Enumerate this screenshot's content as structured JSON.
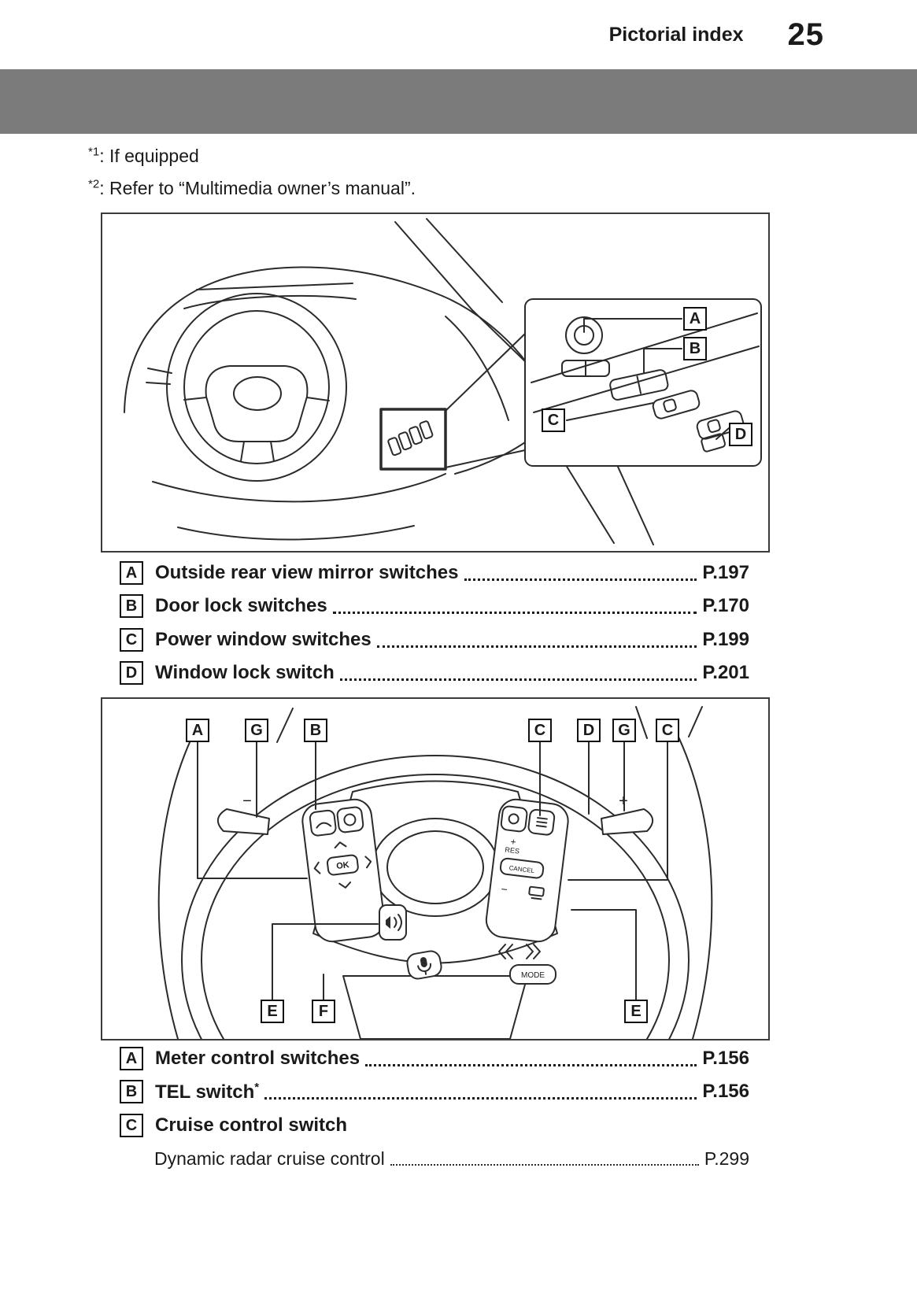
{
  "page": {
    "header": {
      "title": "Pictorial index",
      "number": "25"
    }
  },
  "footnotes": [
    {
      "ref": "*1",
      "text": ": If equipped"
    },
    {
      "ref": "*2",
      "text": ": Refer to “Multimedia owner’s manual”."
    }
  ],
  "figure1": {
    "callouts": {
      "a": "A",
      "b": "B",
      "c": "C",
      "d": "D"
    }
  },
  "index1": {
    "items": [
      {
        "label": "A",
        "title": "Outside rear view mirror switches",
        "page": "P.197"
      },
      {
        "label": "B",
        "title": "Door lock switches",
        "page": "P.170"
      },
      {
        "label": "C",
        "title": "Power window switches",
        "page": "P.199"
      },
      {
        "label": "D",
        "title": "Window lock switch",
        "page": "P.201"
      }
    ]
  },
  "figure2": {
    "callouts_top": [
      "A",
      "G",
      "B",
      "C",
      "D",
      "G",
      "C"
    ],
    "callouts_bottom": [
      "E",
      "F",
      "E"
    ],
    "labels": {
      "ok": "OK",
      "res": "RES",
      "res_plus": "+",
      "cancel": "CANCEL",
      "set_minus": "−",
      "mode": "MODE",
      "paddle_plus": "+",
      "paddle_minus": "−"
    }
  },
  "index2": {
    "items": [
      {
        "label": "A",
        "title": "Meter control switches",
        "sup": "",
        "page": "P.156"
      },
      {
        "label": "B",
        "title": "TEL switch",
        "sup": "*",
        "page": "P.156"
      },
      {
        "label": "C",
        "title": "Cruise control switch",
        "sup": "",
        "page": ""
      }
    ],
    "subitem": {
      "title": "Dynamic radar cruise control",
      "page": "P.299"
    }
  }
}
